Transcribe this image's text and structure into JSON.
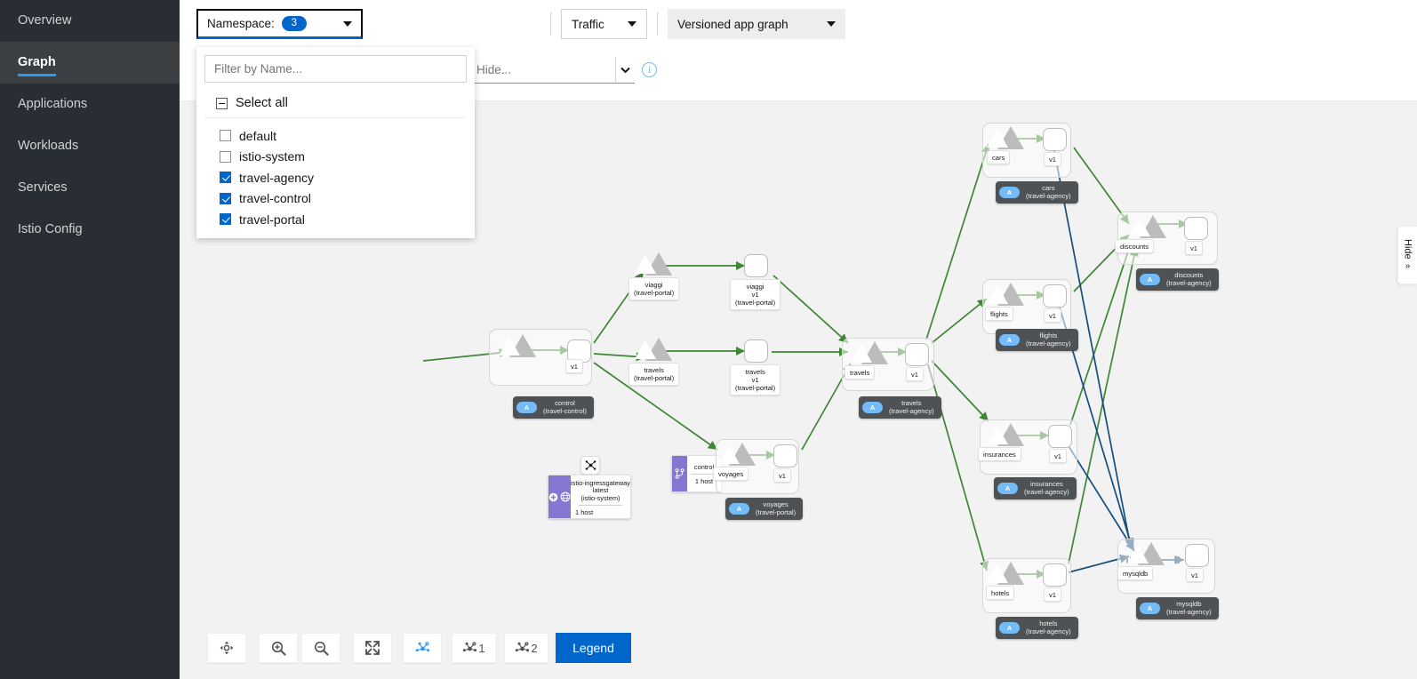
{
  "sidebar": {
    "items": [
      {
        "label": "Overview",
        "active": false
      },
      {
        "label": "Graph",
        "active": true
      },
      {
        "label": "Applications",
        "active": false
      },
      {
        "label": "Workloads",
        "active": false
      },
      {
        "label": "Services",
        "active": false
      },
      {
        "label": "Istio Config",
        "active": false
      }
    ]
  },
  "toolbar": {
    "namespace_label": "Namespace:",
    "namespace_count": "3",
    "traffic_label": "Traffic",
    "graph_type_label": "Versioned app graph",
    "hide_placeholder": "Hide...",
    "info_icon_glyph": "i"
  },
  "namespace_dropdown": {
    "filter_placeholder": "Filter by Name...",
    "select_all_label": "Select all",
    "select_all_state": "indeterminate",
    "options": [
      {
        "label": "default",
        "checked": false
      },
      {
        "label": "istio-system",
        "checked": false
      },
      {
        "label": "travel-agency",
        "checked": true
      },
      {
        "label": "travel-control",
        "checked": true
      },
      {
        "label": "travel-portal",
        "checked": true
      }
    ]
  },
  "bottom_toolbar": {
    "buttons": [
      {
        "name": "drag-pan-button",
        "icon": "move-icon",
        "label": ""
      },
      {
        "name": "zoom-in-button",
        "icon": "zoom-in-icon",
        "label": ""
      },
      {
        "name": "zoom-out-button",
        "icon": "zoom-out-icon",
        "label": ""
      },
      {
        "name": "fit-to-screen-button",
        "icon": "expand-icon",
        "label": ""
      },
      {
        "name": "layout-default-button",
        "icon": "graph-layout-icon",
        "label": ""
      },
      {
        "name": "layout-1-button",
        "icon": "graph-layout-icon",
        "label": "1"
      },
      {
        "name": "layout-2-button",
        "icon": "graph-layout-icon",
        "label": "2"
      }
    ],
    "legend_label": "Legend"
  },
  "side_panel": {
    "hide_label": "Hide",
    "chevron": "»"
  },
  "graph": {
    "colors": {
      "http_edge": "#3e8635",
      "tcp_edge": "#154d7d",
      "app_box_border": "#d6d6d6",
      "badge_bg": "#4f5255",
      "badge_pill": "#73bcf7",
      "ingress_accent": "#8476d1",
      "canvas_bg": "#f2f2f2"
    },
    "ingress": {
      "name": "istio-ingressgateway",
      "version": "latest",
      "namespace": "(istio-system)",
      "hosts": "1 host",
      "badge_icon": "workload-icon"
    },
    "control_node": {
      "name": "control",
      "hosts": "1 host",
      "icon": "route-icon"
    },
    "apps": [
      {
        "id": "control",
        "label": "control",
        "namespace": "travel-control",
        "badge": "A",
        "service_label": "control",
        "version": "v1",
        "version_label": "v1"
      },
      {
        "id": "viaggi",
        "label": "viaggi",
        "namespace": "travel-portal",
        "badge": "A",
        "service_label": "viaggi\n(travel-portal)",
        "version": "v1",
        "version_label": "viaggi\nv1\n(travel-portal)"
      },
      {
        "id": "travels-p",
        "label": "travels",
        "namespace": "travel-portal",
        "badge": "A",
        "service_label": "travels\n(travel-portal)",
        "version": "v1",
        "version_label": "travels\nv1\n(travel-portal)"
      },
      {
        "id": "voyages",
        "label": "voyages",
        "namespace": "travel-portal",
        "badge": "A",
        "service_label": "voyages",
        "version": "v1",
        "version_label": "v1"
      },
      {
        "id": "travels-a",
        "label": "travels",
        "namespace": "travel-agency",
        "badge": "A",
        "service_label": "travels",
        "version": "v1",
        "version_label": "v1"
      },
      {
        "id": "cars",
        "label": "cars",
        "namespace": "travel-agency",
        "badge": "A",
        "service_label": "cars",
        "version": "v1",
        "version_label": "v1"
      },
      {
        "id": "discounts",
        "label": "discounts",
        "namespace": "travel-agency",
        "badge": "A",
        "service_label": "discounts",
        "version": "v1",
        "version_label": "v1"
      },
      {
        "id": "flights",
        "label": "flights",
        "namespace": "travel-agency",
        "badge": "A",
        "service_label": "flights",
        "version": "v1",
        "version_label": "v1"
      },
      {
        "id": "insurances",
        "label": "insurances",
        "namespace": "travel-agency",
        "badge": "A",
        "service_label": "insurances",
        "version": "v1",
        "version_label": "v1"
      },
      {
        "id": "hotels",
        "label": "hotels",
        "namespace": "travel-agency",
        "badge": "A",
        "service_label": "hotels",
        "version": "v1",
        "version_label": "v1"
      },
      {
        "id": "mysqldb",
        "label": "mysqldb",
        "namespace": "travel-agency",
        "badge": "A",
        "service_label": "mysqldb",
        "version": "v1",
        "version_label": "v1"
      }
    ],
    "node_labels": {
      "control_badge": "control\n(travel-control)",
      "viaggi_svc": "viaggi\n(travel-portal)",
      "viaggi_wl": "viaggi\nv1\n(travel-portal)",
      "travelsp_svc": "travels\n(travel-portal)",
      "travelsp_wl": "travels\nv1\n(travel-portal)",
      "voyages_svc": "voyages",
      "voyages_wl": "v1",
      "voyages_badge": "voyages\n(travel-portal)",
      "travelsa_svc": "travels",
      "travelsa_wl": "v1",
      "travelsa_badge": "travels\n(travel-agency)",
      "cars_svc": "cars",
      "cars_wl": "v1",
      "cars_badge": "cars\n(travel-agency)",
      "discounts_svc": "discounts",
      "discounts_wl": "v1",
      "discounts_badge": "discounts\n(travel-agency)",
      "flights_svc": "flights",
      "flights_wl": "v1",
      "flights_badge": "flights\n(travel-agency)",
      "insurances_svc": "insurances",
      "insurances_wl": "v1",
      "insurances_badge": "insurances\n(travel-agency)",
      "hotels_svc": "hotels",
      "hotels_wl": "v1",
      "hotels_badge": "hotels\n(travel-agency)",
      "mysqldb_svc": "mysqldb",
      "mysqldb_wl": "v1",
      "mysqldb_badge": "mysqldb\n(travel-agency)",
      "control_svc": "control",
      "control_hosts": "1 host",
      "control_wl": "v1",
      "ingress_text": "istio-ingressgateway\nlatest\n(istio-system)",
      "ingress_hosts": "1 host"
    },
    "edges": [
      {
        "from": "istio-ingressgateway",
        "to": "control",
        "protocol": "http"
      },
      {
        "from": "control.svc",
        "to": "control.v1",
        "protocol": "http"
      },
      {
        "from": "control.v1",
        "to": "viaggi.svc",
        "protocol": "http"
      },
      {
        "from": "control.v1",
        "to": "travels-p.svc",
        "protocol": "http"
      },
      {
        "from": "control.v1",
        "to": "voyages.svc",
        "protocol": "http"
      },
      {
        "from": "viaggi.svc",
        "to": "viaggi.v1",
        "protocol": "http"
      },
      {
        "from": "travels-p.svc",
        "to": "travels-p.v1",
        "protocol": "http"
      },
      {
        "from": "voyages.svc",
        "to": "voyages.v1",
        "protocol": "http"
      },
      {
        "from": "viaggi.v1",
        "to": "travels-a.svc",
        "protocol": "http"
      },
      {
        "from": "travels-p.v1",
        "to": "travels-a.svc",
        "protocol": "http"
      },
      {
        "from": "voyages.v1",
        "to": "travels-a.svc",
        "protocol": "http"
      },
      {
        "from": "travels-a.svc",
        "to": "travels-a.v1",
        "protocol": "http"
      },
      {
        "from": "travels-a.v1",
        "to": "cars.svc",
        "protocol": "http"
      },
      {
        "from": "travels-a.v1",
        "to": "flights.svc",
        "protocol": "http"
      },
      {
        "from": "travels-a.v1",
        "to": "insurances.svc",
        "protocol": "http"
      },
      {
        "from": "travels-a.v1",
        "to": "hotels.svc",
        "protocol": "http"
      },
      {
        "from": "cars.svc",
        "to": "cars.v1",
        "protocol": "http"
      },
      {
        "from": "flights.svc",
        "to": "flights.v1",
        "protocol": "http"
      },
      {
        "from": "insurances.svc",
        "to": "insurances.v1",
        "protocol": "http"
      },
      {
        "from": "hotels.svc",
        "to": "hotels.v1",
        "protocol": "http"
      },
      {
        "from": "cars.v1",
        "to": "discounts.svc",
        "protocol": "http"
      },
      {
        "from": "flights.v1",
        "to": "discounts.svc",
        "protocol": "http"
      },
      {
        "from": "insurances.v1",
        "to": "discounts.svc",
        "protocol": "http"
      },
      {
        "from": "hotels.v1",
        "to": "discounts.svc",
        "protocol": "http"
      },
      {
        "from": "discounts.svc",
        "to": "discounts.v1",
        "protocol": "http"
      },
      {
        "from": "cars.v1",
        "to": "mysqldb.svc",
        "protocol": "tcp"
      },
      {
        "from": "flights.v1",
        "to": "mysqldb.svc",
        "protocol": "tcp"
      },
      {
        "from": "insurances.v1",
        "to": "mysqldb.svc",
        "protocol": "tcp"
      },
      {
        "from": "hotels.v1",
        "to": "mysqldb.svc",
        "protocol": "tcp"
      },
      {
        "from": "mysqldb.svc",
        "to": "mysqldb.v1",
        "protocol": "tcp"
      }
    ]
  }
}
